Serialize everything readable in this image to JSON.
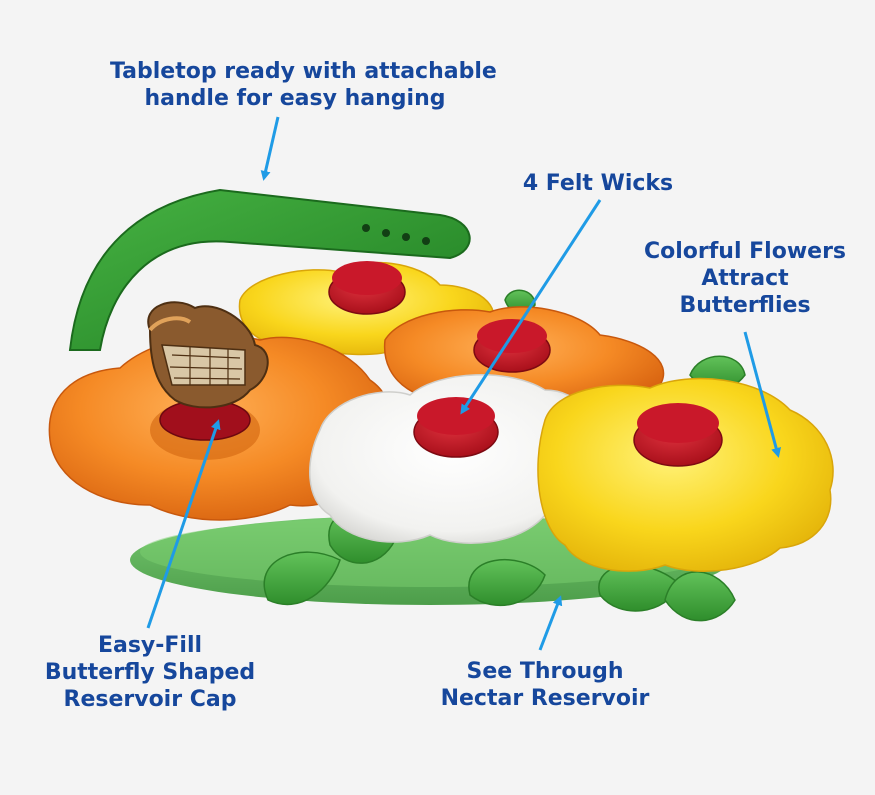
{
  "callouts": {
    "handle": {
      "line1": "Tabletop ready with attachable",
      "line2": "handle for easy hanging"
    },
    "wicks": {
      "line1": "4 Felt Wicks"
    },
    "flowers": {
      "line1": "Colorful Flowers",
      "line2": "Attract",
      "line3": "Butterflies"
    },
    "cap": {
      "line1": "Easy-Fill",
      "line2": "Butterfly Shaped",
      "line3": "Reservoir Cap"
    },
    "reservoir": {
      "line1": "See Through",
      "line2": "Nectar Reservoir"
    }
  },
  "colors": {
    "text": "#16479c",
    "arrow": "#1f9be6",
    "background": "#f4f4f4",
    "orange_flower": "#f07f1e",
    "yellow_flower": "#f8d21a",
    "white_flower": "#f7f7f5",
    "wick_red": "#c11221",
    "handle_green": "#2e9b32",
    "reservoir_green": "#4fb04a"
  }
}
